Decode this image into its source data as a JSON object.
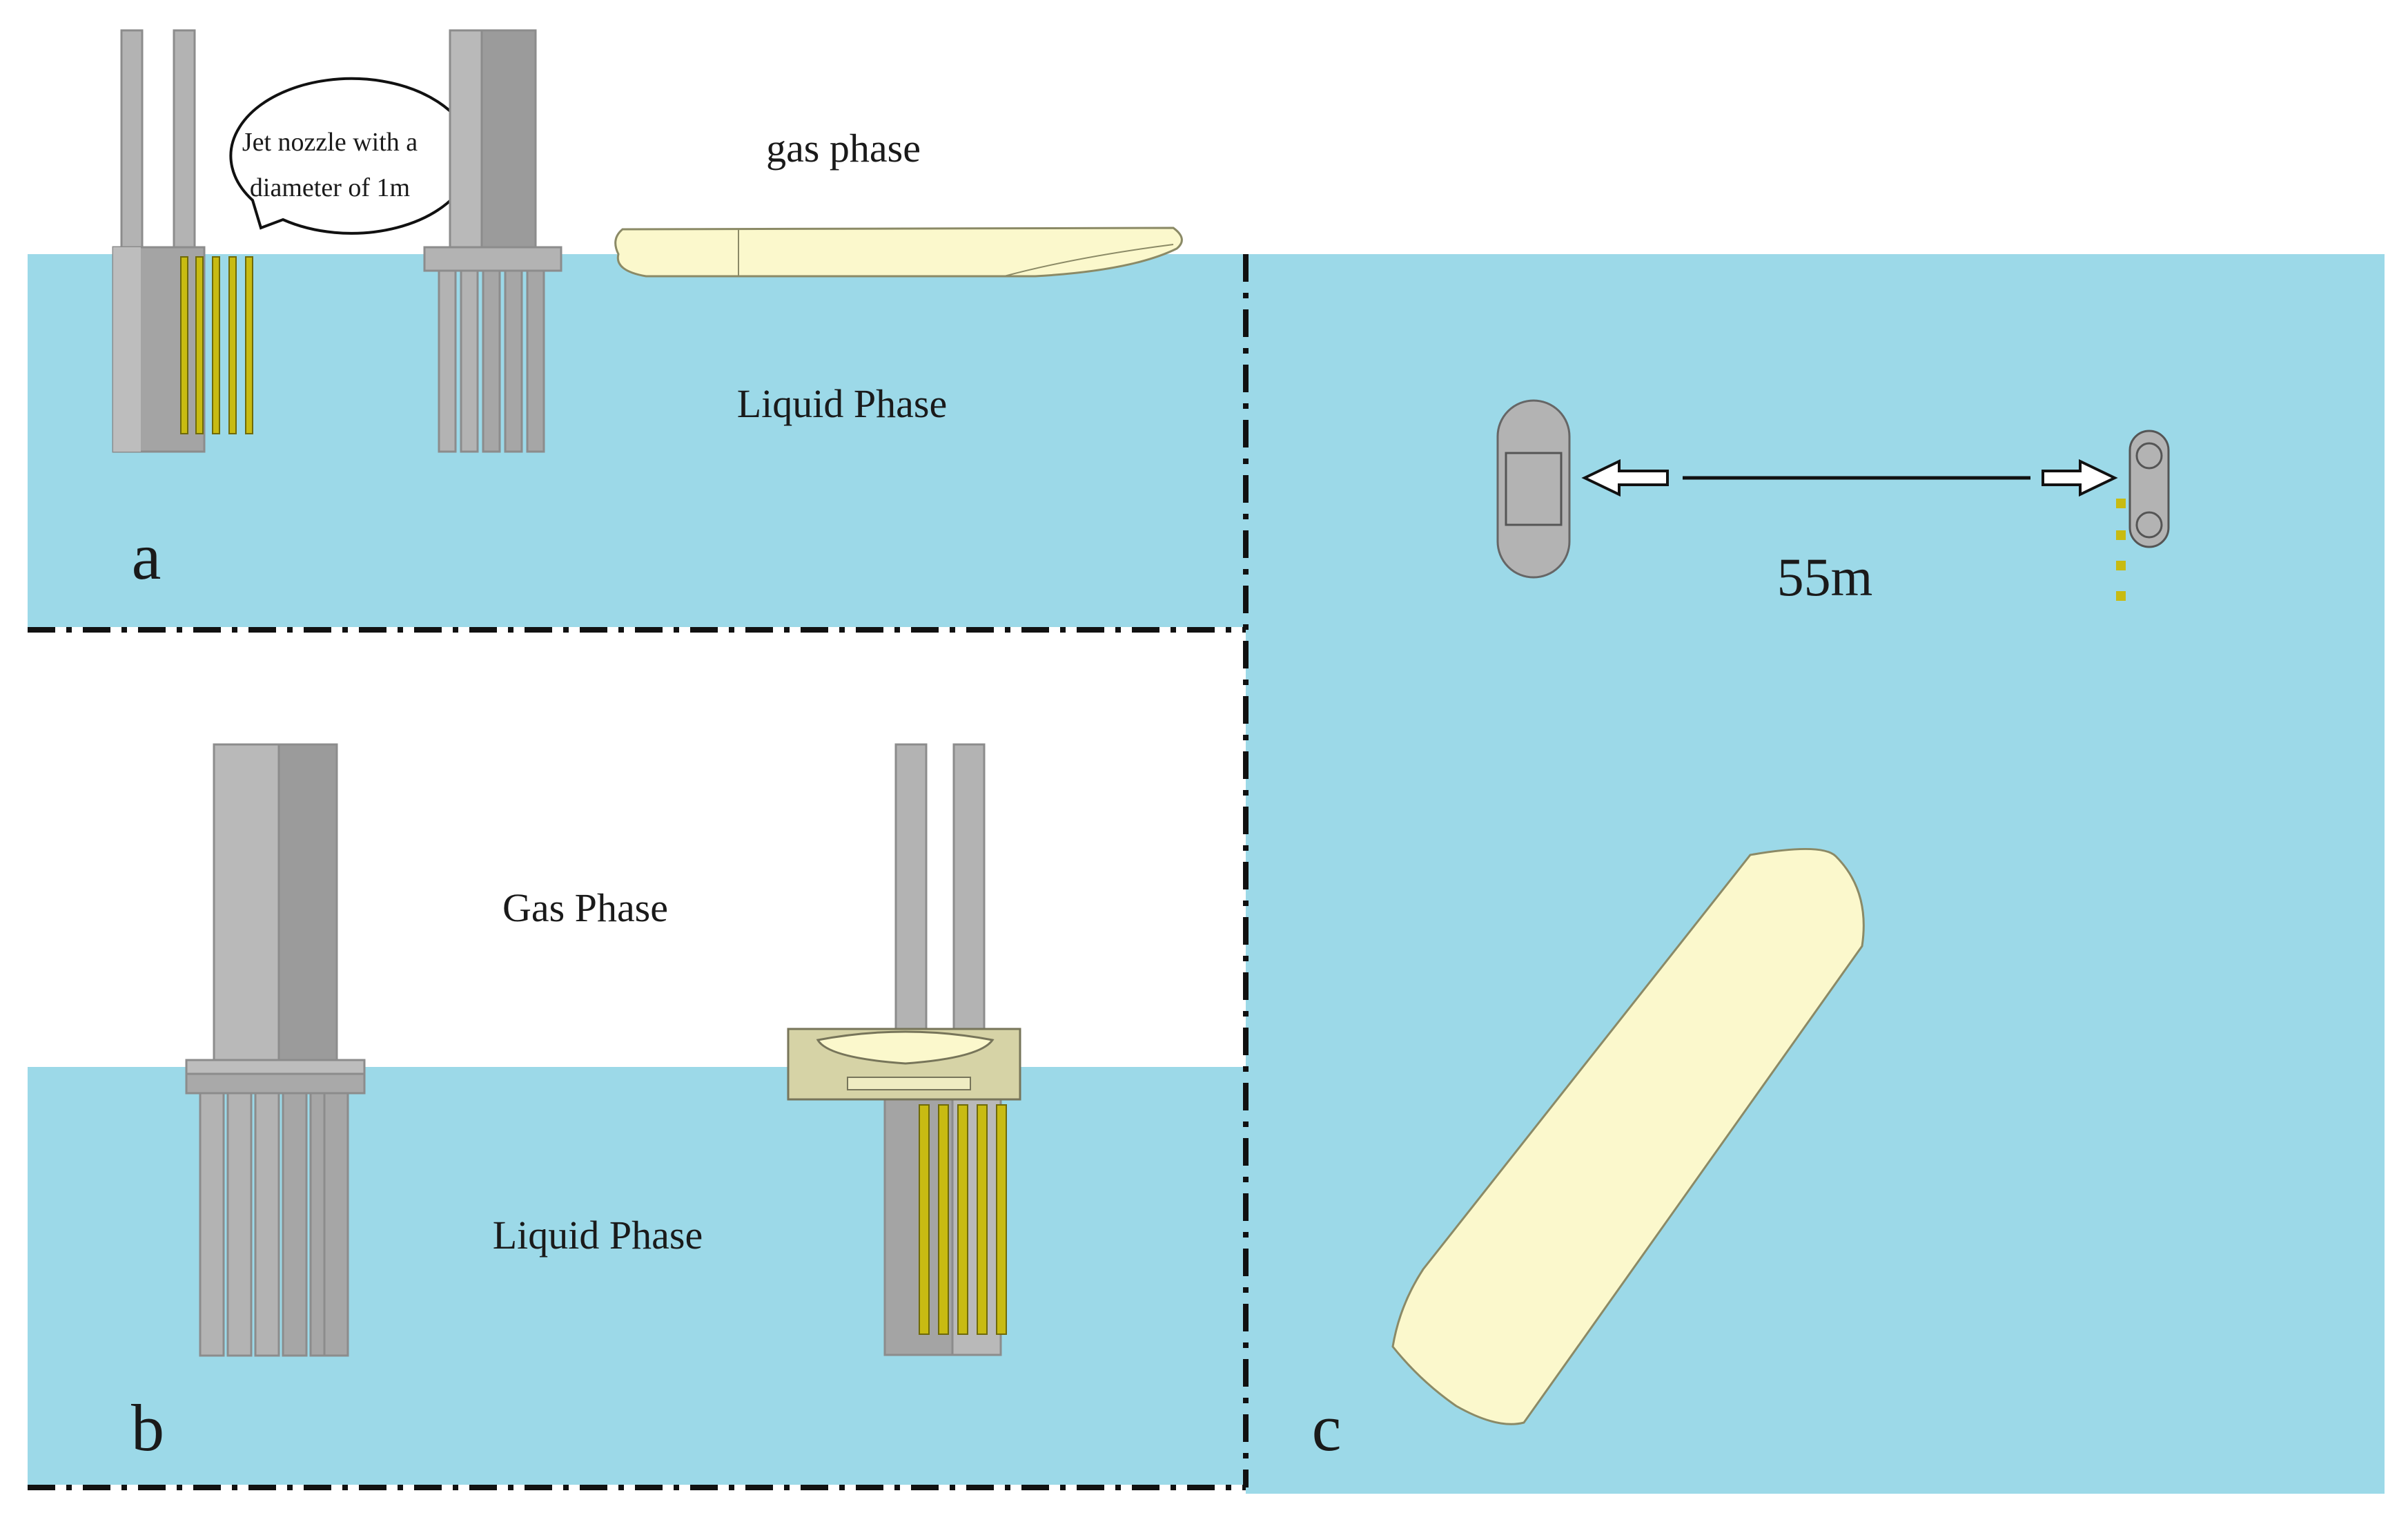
{
  "panels": {
    "a": {
      "letter": "a",
      "gas_label": "gas phase",
      "liquid_label": "Liquid Phase",
      "callout_line1": "Jet nozzle with a",
      "callout_line2": "diameter of 1m"
    },
    "b": {
      "letter": "b",
      "gas_label": "Gas Phase",
      "liquid_label": "Liquid Phase"
    },
    "c": {
      "letter": "c",
      "distance_label": "55m"
    }
  },
  "colors": {
    "water": "#9cd9e8",
    "pier_light": "#b3b3b3",
    "pier_dark": "#989898",
    "ship_hull": "#fbf8cc",
    "jet_yellow": "#c8bb12",
    "divider": "#111111"
  }
}
